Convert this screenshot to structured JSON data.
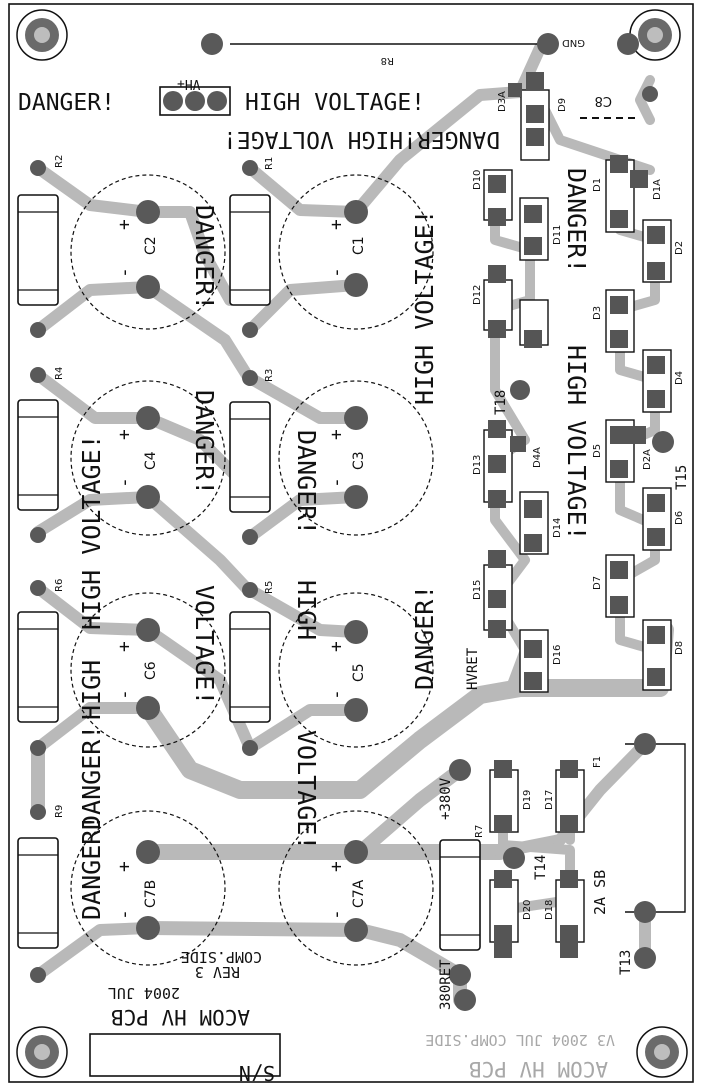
{
  "board": {
    "danger_top": "DANGER!",
    "high_voltage_top": "HIGH VOLTAGE!",
    "hv_label": "+HV",
    "danger_mirror": "DANGER!HIGH VOLTAGE!",
    "danger_c2": "DANGER!",
    "high_voltage_c1": "HIGH VOLTAGE!",
    "danger_c1": "DANGER!",
    "danger_left_low": "DANGER!",
    "high_voltage_c4": "HIGH VOLTAGE!",
    "voltage_c6": "VOLTAGE!",
    "high_c6": "HIGH",
    "danger_c3": "DANGER!",
    "high_c5": "HIGH",
    "danger_c5": "DANGER!",
    "voltage_c7a": "VOLTAGE!",
    "danger_c7b": "DANGER!",
    "danger_right": "DANGER!",
    "high_voltage_right": "HIGH VOLTAGE!",
    "gnd": "GND",
    "r8": "R8",
    "c8": "C8",
    "hvret": "HVRET",
    "plus380": "+380V",
    "ret380": "380RET",
    "fuse_rating": "2A SB",
    "rev_line1": "ACOM HV PCB",
    "rev_line2": "2004 JUL",
    "rev_line3": "REV 3",
    "rev_line4": "COMP.SIDE",
    "ghost_line1": "V3 2004 JUL COMP.SIDE",
    "ghost_line2": "ACOM HV PCB",
    "sn": "S/N"
  },
  "refs": {
    "r1": "R1",
    "r2": "R2",
    "r3": "R3",
    "r4": "R4",
    "r5": "R5",
    "r6": "R6",
    "r7": "R7",
    "r9": "R9",
    "c1": "C1",
    "c2": "C2",
    "c3": "C3",
    "c4": "C4",
    "c5": "C5",
    "c6": "C6",
    "c7a": "C7A",
    "c7b": "C7B",
    "d1": "D1",
    "d1a": "D1A",
    "d2": "D2",
    "d2a": "D2A",
    "d3": "D3",
    "d3a": "D3A",
    "d4": "D4",
    "d4a": "D4A",
    "d5": "D5",
    "d6": "D6",
    "d7": "D7",
    "d8": "D8",
    "d9": "D9",
    "d10": "D10",
    "d11": "D11",
    "d12": "D12",
    "d13": "D13",
    "d14": "D14",
    "d15": "D15",
    "d16": "D16",
    "d17": "D17",
    "d18": "D18",
    "d19": "D19",
    "d20": "D20",
    "t13": "T13",
    "t14": "T14",
    "t15": "T15",
    "t18": "T18",
    "f1": "F1"
  },
  "polarity": {
    "plus": "+",
    "minus": "-"
  }
}
